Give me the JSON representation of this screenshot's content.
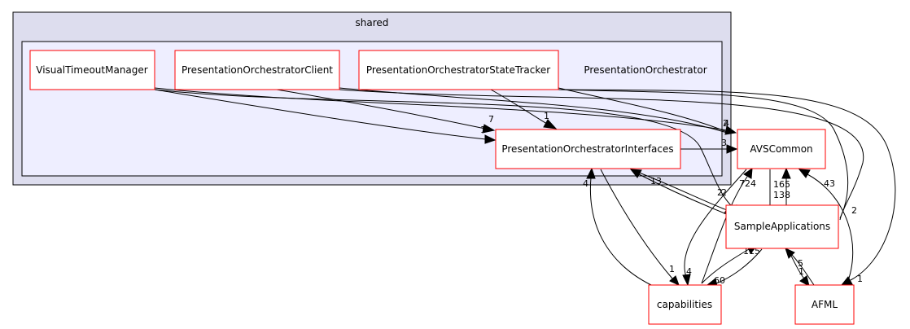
{
  "clusters": {
    "shared": "shared",
    "presentation_orchestrator": "PresentationOrchestrator"
  },
  "nodes": {
    "visual_timeout_manager": "VisualTimeoutManager",
    "client": "PresentationOrchestratorClient",
    "state_tracker": "PresentationOrchestratorStateTracker",
    "interfaces": "PresentationOrchestratorInterfaces",
    "avs_common": "AVSCommon",
    "sample_applications": "SampleApplications",
    "capabilities": "capabilities",
    "afml": "AFML"
  },
  "edge_labels": {
    "vtm_to_interfaces": "1",
    "client_to_interfaces": "7",
    "tracker_to_interfaces": "1",
    "vtm_to_avs": "2",
    "tracker_to_avs": "4",
    "client_to_avs": "3",
    "interfaces_to_avs": "3",
    "interfaces_to_sample": "2",
    "sample_to_interfaces": "13",
    "vtm_to_sample": "2",
    "tracker_to_sample": "2",
    "client_to_afml": "1",
    "avs_to_sample": "165",
    "sample_to_avs": "138",
    "capabilities_to_avs": "724",
    "avs_to_capabilities": "4",
    "capabilities_to_sample": "115",
    "sample_to_capabilities": "60",
    "capabilities_to_interfaces": "4",
    "interfaces_to_capabilities": "1",
    "sample_to_afml": "1",
    "afml_to_sample": "5",
    "afml_to_avs": "43"
  }
}
